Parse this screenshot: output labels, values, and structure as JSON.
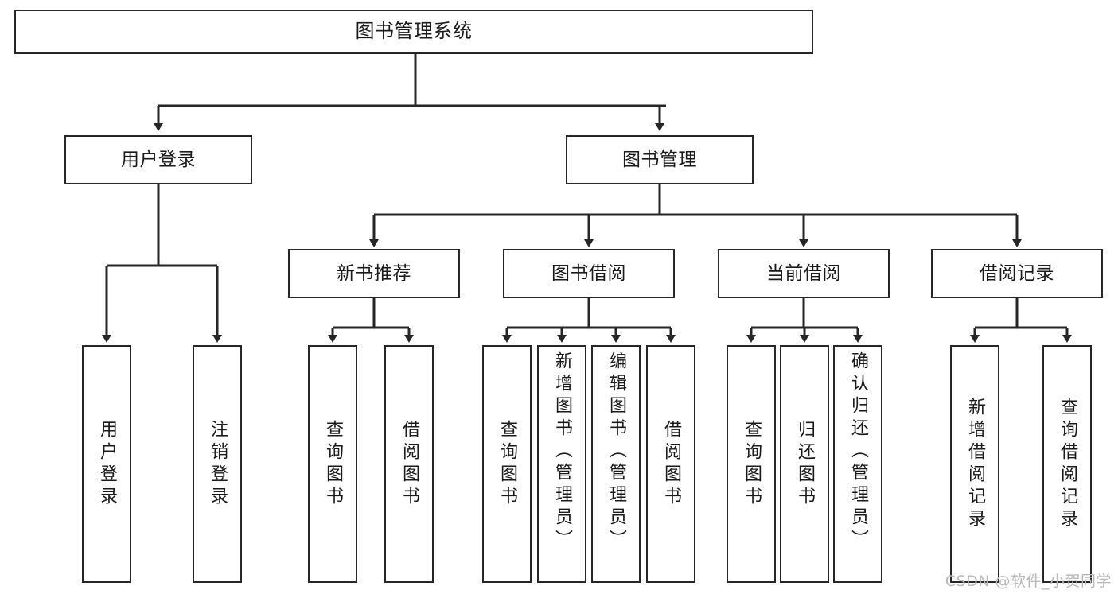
{
  "diagram": {
    "title": "图书管理系统",
    "type": "tree-hierarchy-chart",
    "root": {
      "label": "图书管理系统"
    },
    "level2": [
      {
        "label": "用户登录"
      },
      {
        "label": "图书管理"
      }
    ],
    "level3": [
      {
        "label": "新书推荐"
      },
      {
        "label": "图书借阅"
      },
      {
        "label": "当前借阅"
      },
      {
        "label": "借阅记录"
      }
    ],
    "leaves": {
      "user_login": [
        {
          "label": "用户登录"
        },
        {
          "label": "注销登录"
        }
      ],
      "new_book_recommend": [
        {
          "label": "查询图书"
        },
        {
          "label": "借阅图书"
        }
      ],
      "book_borrow": [
        {
          "label": "查询图书"
        },
        {
          "label": "新增图书（管理员）"
        },
        {
          "label": "编辑图书（管理员）"
        },
        {
          "label": "借阅图书"
        }
      ],
      "current_borrow": [
        {
          "label": "查询图书"
        },
        {
          "label": "归还图书"
        },
        {
          "label": "确认归还（管理员）"
        }
      ],
      "borrow_record": [
        {
          "label": "新增借阅记录"
        },
        {
          "label": "查询借阅记录"
        }
      ]
    }
  },
  "watermark": {
    "text": "CSDN @软件_小贺同学"
  },
  "colors": {
    "stroke": "#262626",
    "background": "#ffffff",
    "text": "#1a1a1a",
    "watermark": "#b9b9b9"
  }
}
